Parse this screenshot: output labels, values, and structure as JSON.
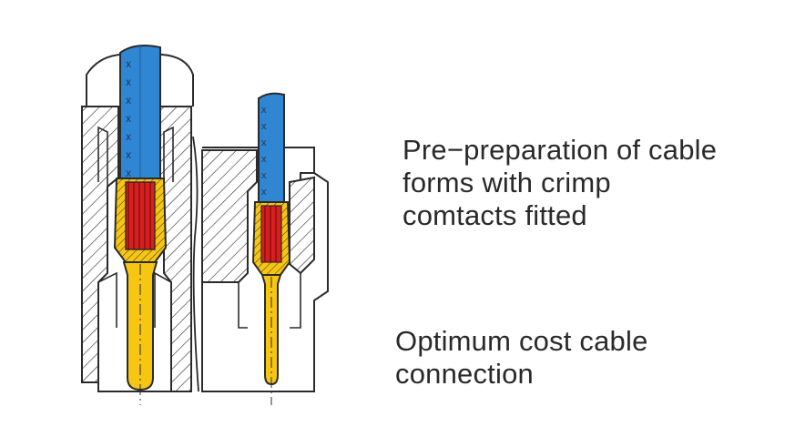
{
  "captions": {
    "preparation": {
      "line1": "Pre−preparation of cable",
      "line2": "forms with crimp",
      "line3": "comtacts fitted"
    },
    "cost": {
      "line1": "Optimum cost cable",
      "line2": "connection"
    }
  },
  "colors": {
    "cable": "#2f86d2",
    "crimp": "#d81e1e",
    "contact": "#f6c613",
    "line": "#2b2b2b",
    "background": "#ffffff"
  }
}
